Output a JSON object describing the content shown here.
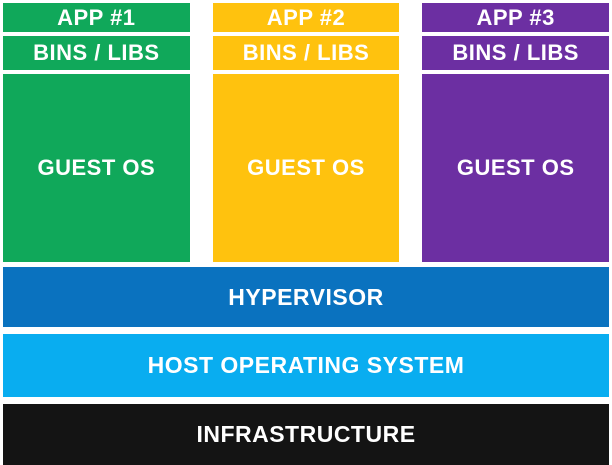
{
  "colors": {
    "background": "#ffffff",
    "text": "#ffffff",
    "green": "#10A85A",
    "yellow": "#FFC20E",
    "purple": "#6C2FA2",
    "dark_blue": "#0A72BF",
    "light_blue": "#09ADF0",
    "black": "#141414"
  },
  "columns": [
    {
      "app_label": "APP #1",
      "bins_label": "BINS / LIBS",
      "guest_os_label": "GUEST OS",
      "color": "#10A85A"
    },
    {
      "app_label": "APP #2",
      "bins_label": "BINS / LIBS",
      "guest_os_label": "GUEST OS",
      "color": "#FFC20E"
    },
    {
      "app_label": "APP #3",
      "bins_label": "BINS / LIBS",
      "guest_os_label": "GUEST OS",
      "color": "#6C2FA2"
    }
  ],
  "layers": [
    {
      "label": "HYPERVISOR",
      "color": "#0A72BF"
    },
    {
      "label": "HOST OPERATING SYSTEM",
      "color": "#09ADF0"
    },
    {
      "label": "INFRASTRUCTURE",
      "color": "#141414"
    }
  ]
}
